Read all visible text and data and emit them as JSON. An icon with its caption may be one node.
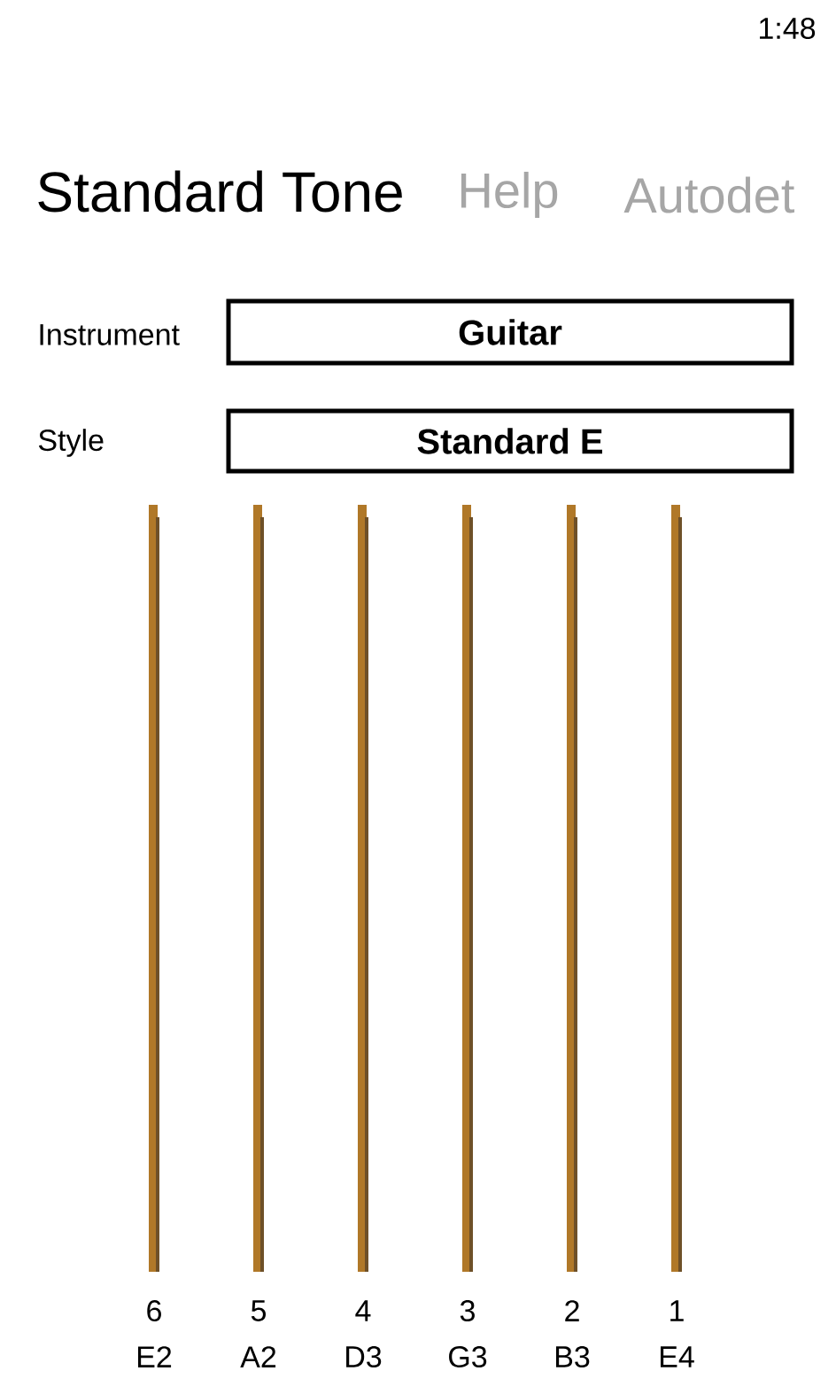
{
  "diagram": {
    "nodes": [
      {
        "text": [
          "Guitar"
        ]
      },
      {
        "text": [
          "Standard E"
        ]
      }
    ],
    "labels": [
      "1:48",
      "Standard Tone",
      "Help",
      "Autodet",
      "Instrument",
      "Style",
      "6",
      "5",
      "4",
      "3",
      "2",
      "1",
      "E2",
      "A2",
      "D3",
      "G3",
      "B3",
      "E4"
    ]
  }
}
